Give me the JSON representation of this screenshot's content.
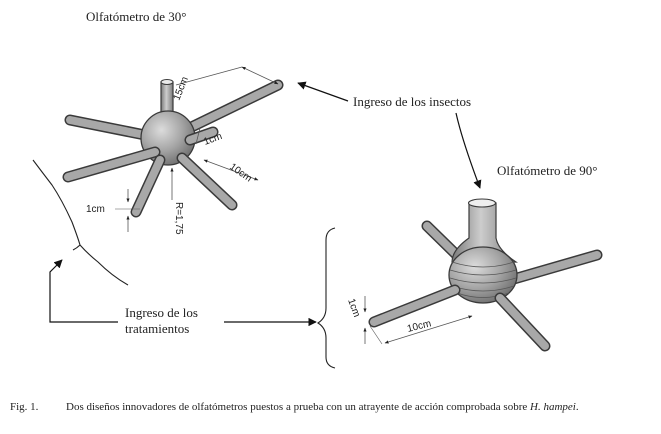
{
  "labels": {
    "olfactometer_30": "Olfatómetro de 30°",
    "insect_entry": "Ingreso de los insectos",
    "olfactometer_90": "Olfatómetro de 90°",
    "treatment_entry_line1": "Ingreso de los",
    "treatment_entry_line2": "tratamientos"
  },
  "dimensions": {
    "d30_top_tube": "15cm",
    "d30_diameter": "1cm",
    "d30_arm_length": "10cm",
    "d30_side": "1cm",
    "d30_radius": "R=1,75",
    "d90_diameter": "1cm",
    "d90_arm_length": "10cm"
  },
  "caption": {
    "fig_label": "Fig. 1.",
    "text": "Dos diseños innovadores de olfatómetros puestos a prueba con un atrayente de acción comprobada sobre",
    "species": "H. hampei",
    "end": "."
  },
  "colors": {
    "fill": "#9a9a9a",
    "fill_light": "#c8c8c8",
    "outline": "#3a3a3a"
  }
}
